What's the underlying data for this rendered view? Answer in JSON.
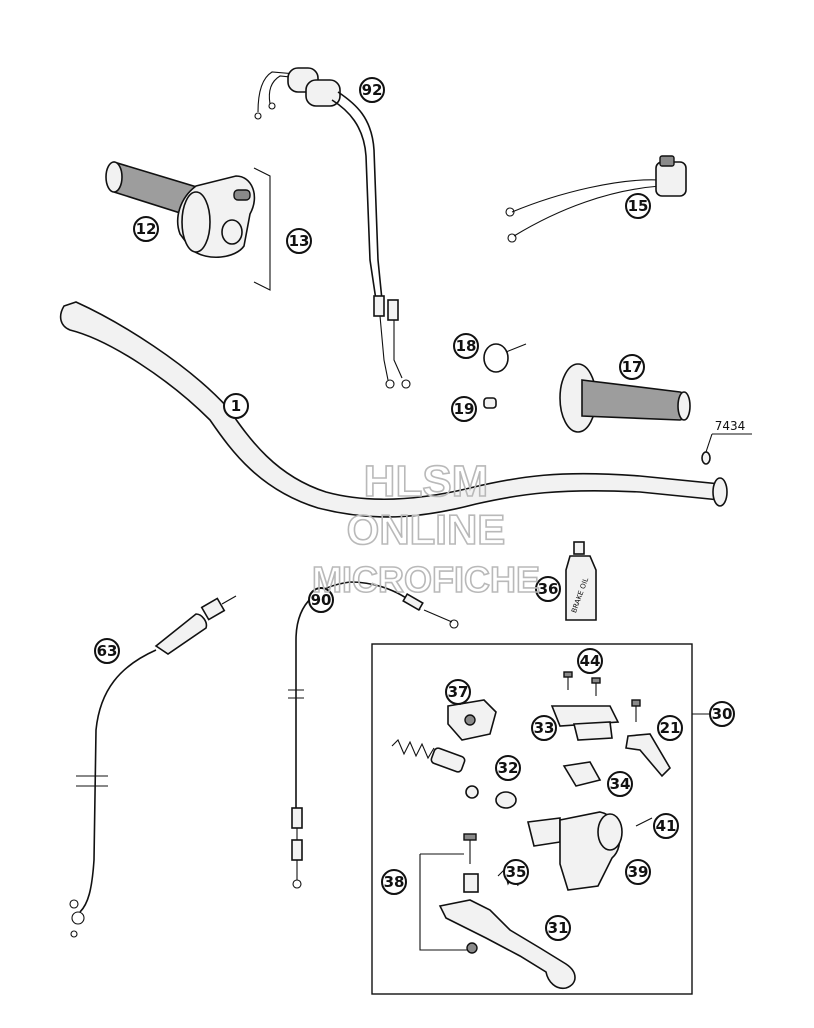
{
  "watermark": {
    "line1": "HLSM",
    "line2": "ONLINE",
    "line3": "MICROFICHE"
  },
  "bottle_label": "BRAKE OIL",
  "callouts": {
    "c92": "92",
    "c12": "12",
    "c13": "13",
    "c15": "15",
    "c1": "1",
    "c18": "18",
    "c17": "17",
    "c19": "19",
    "c36": "36",
    "c90": "90",
    "c63": "63",
    "c44": "44",
    "c37": "37",
    "c33": "33",
    "c21": "21",
    "c30": "30",
    "c32": "32",
    "c34": "34",
    "c41": "41",
    "c39": "39",
    "c38": "38",
    "c35": "35",
    "c31": "31"
  },
  "part_code": "7434"
}
